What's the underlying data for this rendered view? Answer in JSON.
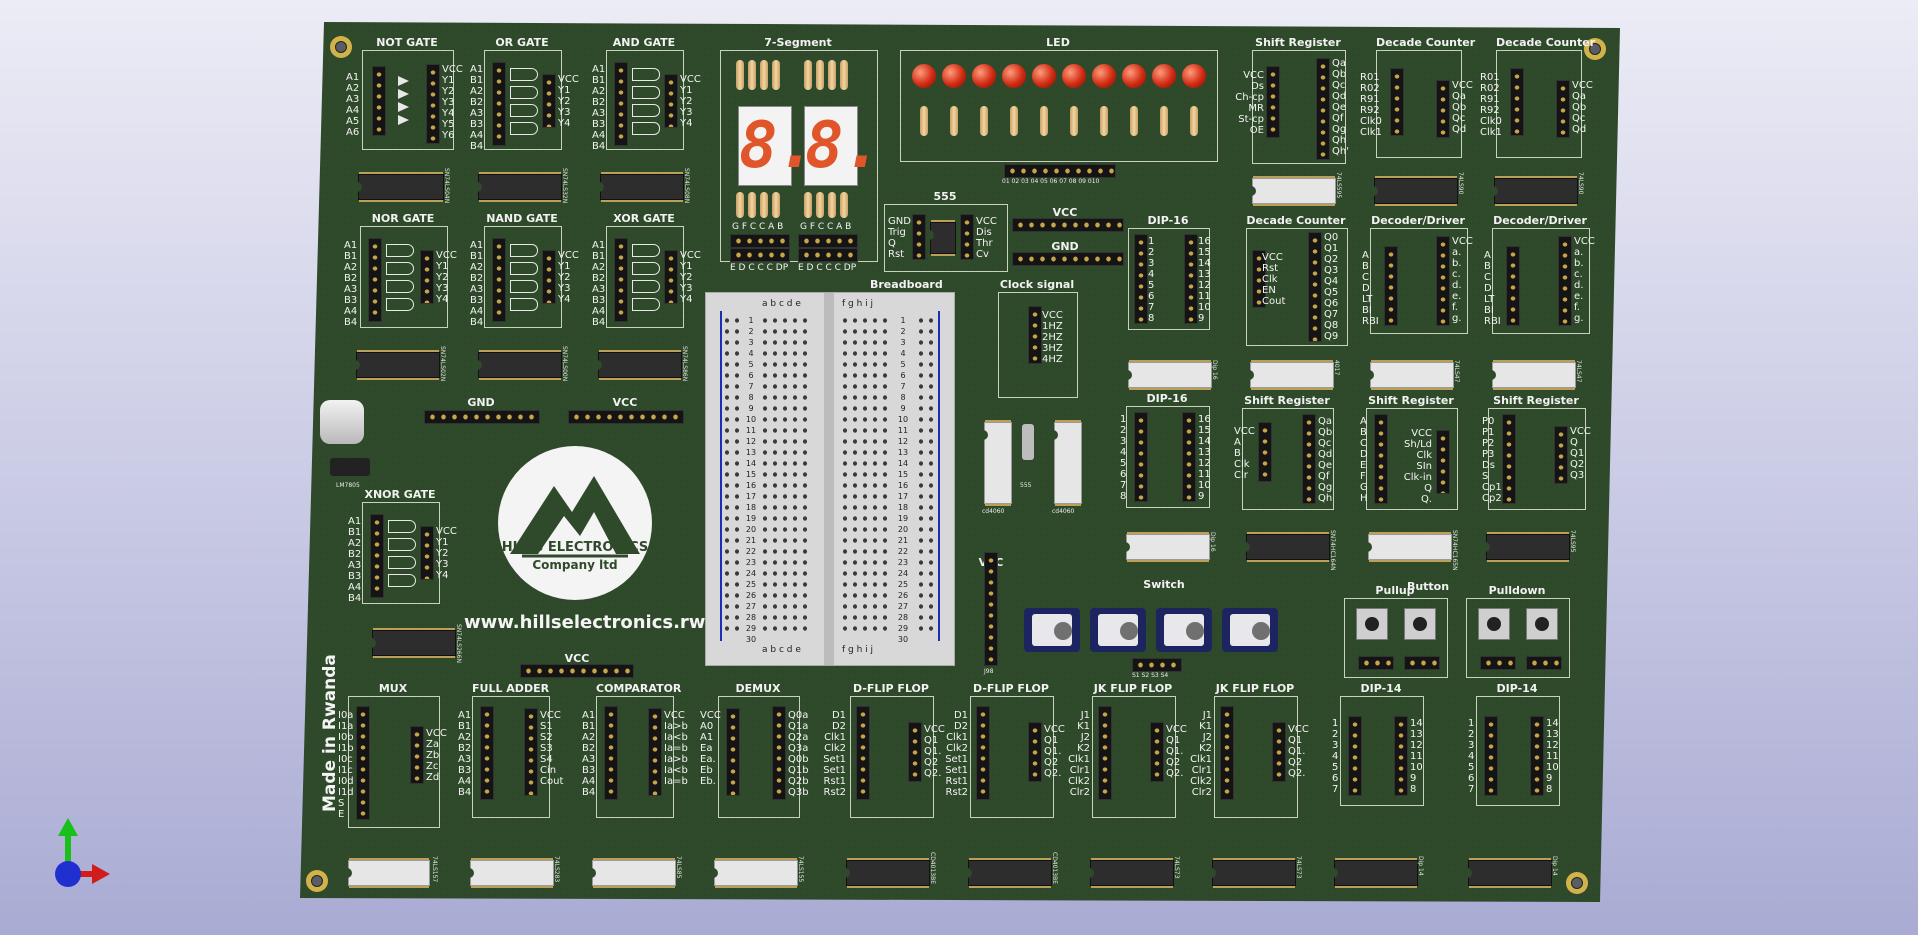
{
  "board": {
    "website": "www.hillselectronics.rw",
    "made_in": "Made in Rwanda",
    "logo_line1": "HILLS ELECTRONICS",
    "logo_line2": "Company ltd",
    "regulator": "LM7805"
  },
  "colors": {
    "pcb": "#2f4a2a",
    "silk": "#f2f2f2",
    "led": "#d12a12",
    "rail_pos": "#c62020",
    "rail_neg": "#1a2fb8",
    "seg": "#e0562a"
  },
  "modules": {
    "not_gate": {
      "title": "NOT GATE",
      "left": "A1\nA2\nA3\nA4\nA5\nA6",
      "right": "VCC\nY1\nY2\nY3\nY4\nY5\nY6",
      "ic": "SN74LS04N"
    },
    "or_gate": {
      "title": "OR GATE",
      "left": "A1\nB1\nA2\nB2\nA3\nB3\nA4\nB4",
      "right": "VCC\nY1\nY2\nY3\nY4",
      "ic": "SN74LS32N"
    },
    "and_gate": {
      "title": "AND GATE",
      "left": "A1\nB1\nA2\nB2\nA3\nB3\nA4\nB4",
      "right": "VCC\nY1\nY2\nY3\nY4",
      "ic": "SN74LS08N"
    },
    "nor_gate": {
      "title": "NOR GATE",
      "left": "A1\nB1\nA2\nB2\nA3\nB3\nA4\nB4",
      "right": "VCC\nY1\nY2\nY3\nY4",
      "ic": "SN74LS02N"
    },
    "nand_gate": {
      "title": "NAND GATE",
      "left": "A1\nB1\nA2\nB2\nA3\nB3\nA4\nB4",
      "right": "VCC\nY1\nY2\nY3\nY4",
      "ic": "SN74LS00N"
    },
    "xor_gate": {
      "title": "XOR GATE",
      "left": "A1\nB1\nA2\nB2\nA3\nB3\nA4\nB4",
      "right": "VCC\nY1\nY2\nY3\nY4",
      "ic": "SN74LS86N"
    },
    "xnor_gate": {
      "title": "XNOR GATE",
      "left": "A1\nB1\nA2\nB2\nA3\nB3\nA4\nB4",
      "right": "VCC\nY1\nY2\nY3\nY4",
      "ic": "SN74LS266N"
    },
    "seven_segment": {
      "title": "7-Segment",
      "top_pins": "G F C C A B",
      "bottom_pins": "E D C C C DP",
      "digit": "8."
    },
    "led": {
      "title": "LED",
      "pins": "01 02 03 04 05 06 07 08 09 010"
    },
    "timer555": {
      "title": "555",
      "left": "GND\nTrig\nQ\nRst",
      "right": "VCC\nDis\nThr\nCv"
    },
    "vcc_top": {
      "title": "VCC"
    },
    "gnd_top": {
      "title": "GND"
    },
    "gnd_left": {
      "title": "GND"
    },
    "vcc_left": {
      "title": "VCC"
    },
    "vcc_mid": {
      "title": "VCC"
    },
    "vcc_bottom": {
      "title": "VCC"
    },
    "clock": {
      "title": "Clock signal",
      "right": "VCC\n1HZ\n2HZ\n3HZ\n4HZ"
    },
    "breadboard": {
      "title": "Breadboard",
      "cols_left": "a b c d e",
      "cols_right": "f g h i j",
      "rows": "1\n2\n3\n4\n5\n6\n7\n8\n9\n10\n11\n12\n13\n14\n15\n16\n17\n18\n19\n20\n21\n22\n23\n24\n25\n26\n27\n28\n29\n30"
    },
    "dip16_a": {
      "title": "DIP-16",
      "left": "1\n2\n3\n4\n5\n6\n7\n8",
      "right": "16\n15\n14\n13\n12\n11\n10\n9",
      "ic": "Dip 16"
    },
    "dip16_b": {
      "title": "DIP-16",
      "left": "1\n2\n3\n4\n5\n6\n7\n8",
      "right": "16\n15\n14\n13\n12\n11\n10\n9",
      "ic": "Dip 16"
    },
    "shift_reg_a": {
      "title": "Shift Register",
      "left": "VCC\nDs\nCh-cp\nMR\nSt-cp\nOE",
      "right": "Qa\nQb\nQc\nQd\nQe\nQf\nQg\nQh\nQh'",
      "ic": "74LS595"
    },
    "decade_a": {
      "title": "Decade Counter",
      "left": "R01\nR02\nR91\nR92\nClk0\nClk1",
      "right": "VCC\nQa\nQb\nQc\nQd",
      "ic": "74LS90"
    },
    "decade_b": {
      "title": "Decade Counter",
      "left": "R01\nR02\nR91\nR92\nClk0\nClk1",
      "right": "VCC\nQa\nQb\nQc\nQd",
      "ic": "74LS90"
    },
    "decade_c": {
      "title": "Decade Counter",
      "left": "VCC\nRst\nClk\nEN\nCout",
      "right": "Q0\nQ1\nQ2\nQ3\nQ4\nQ5\nQ6\nQ7\nQ8\nQ9",
      "ic": "4017"
    },
    "decoder_a": {
      "title": "Decoder/Driver",
      "left": "A\nB\nC\nD\nLT\nBI\nRBI",
      "right": "VCC\na.\nb.\nc.\nd.\ne.\nf.\ng.",
      "ic": "74LS47"
    },
    "decoder_b": {
      "title": "Decoder/Driver",
      "left": "A\nB\nC\nD\nLT\nBI\nRBI",
      "right": "VCC\na.\nb.\nc.\nd.\ne.\nf.\ng.",
      "ic": "74LS47"
    },
    "shift_reg_b": {
      "title": "Shift Register",
      "left": "VCC\nA\nB\nClk\nClr",
      "right": "Qa\nQb\nQc\nQd\nQe\nQf\nQg\nQh",
      "ic": "SN74HC164N"
    },
    "shift_reg_c": {
      "title": "Shift Register",
      "left": "A\nB\nC\nD\nE\nF\nG\nH",
      "right": "VCC\nSh/Ld\nClk\nSIn\nClk-in\nQ\nQ.",
      "ic": "SN74HC165N"
    },
    "shift_reg_d": {
      "title": "Shift Register",
      "left": "P0\nP1\nP2\nP3\nDs\nS\nCp1\nCp2",
      "right": "VCC\nQ\nQ1\nQ2\nQ3",
      "ic": "74LS95"
    },
    "cd4060": {
      "ic1": "cd4060",
      "ic2": "cd4060",
      "mid": "555"
    },
    "switch": {
      "title": "Switch",
      "pins": "S1 S2 S3 S4"
    },
    "button": {
      "title": "Button",
      "pullup": "Pullup",
      "pulldown": "Pulldown"
    },
    "mux": {
      "title": "MUX",
      "left": "I0a\nI1a\nI0b\nI1b\nI0c\nI1c\nI0d\nI1d\nS\nE",
      "right": "VCC\nZa\nZb\nZc\nZd",
      "ic": "74LS157"
    },
    "full_adder": {
      "title": "FULL ADDER",
      "left": "A1\nB1\nA2\nB2\nA3\nB3\nA4\nB4",
      "right": "VCC\nS1\nS2\nS3\nS4\nCin\nCout",
      "ic": "74LS283"
    },
    "comparator": {
      "title": "COMPARATOR",
      "left": "A1\nB1\nA2\nB2\nA3\nB3\nA4\nB4",
      "right": "VCC\nIa>b\nIa<b\nIa=b\nIa>b\nIa<b\nIa=b",
      "ic": "74LS85"
    },
    "demux": {
      "title": "DEMUX",
      "left": "VCC\nA0\nA1\nEa\nEa.\nEb\nEb.",
      "right": "Q0a\nQ1a\nQ2a\nQ3a\nQ0b\nQ1b\nQ2b\nQ3b",
      "ic": "74LS155"
    },
    "dff_a": {
      "title": "D-FLIP FLOP",
      "left": "D1\nD2\nClk1\nClk2\nSet1\nSet1\nRst1\nRst2",
      "right": "VCC\nQ1\nQ1.\nQ2\nQ2.",
      "ic": "CD4013BE"
    },
    "dff_b": {
      "title": "D-FLIP FLOP",
      "left": "D1\nD2\nClk1\nClk2\nSet1\nSet1\nRst1\nRst2",
      "right": "VCC\nQ1\nQ1.\nQ2\nQ2.",
      "ic": "CD4013BE"
    },
    "jk_a": {
      "title": "JK FLIP FLOP",
      "left": "J1\nK1\nJ2\nK2\nClk1\nClr1\nClk2\nClr2",
      "right": "VCC\nQ1\nQ1.\nQ2\nQ2.",
      "ic": "74LS73"
    },
    "jk_b": {
      "title": "JK FLIP FLOP",
      "left": "J1\nK1\nJ2\nK2\nClk1\nClr1\nClk2\nClr2",
      "right": "VCC\nQ1\nQ1.\nQ2\nQ2.",
      "ic": "74LS73"
    },
    "dip14_a": {
      "title": "DIP-14",
      "left": "1\n2\n3\n4\n5\n6\n7",
      "right": "14\n13\n12\n11\n10\n9\n8",
      "ic": "Dip 14"
    },
    "dip14_b": {
      "title": "DIP-14",
      "left": "1\n2\n3\n4\n5\n6\n7",
      "right": "14\n13\n12\n11\n10\n9\n8",
      "ic": "Dip 14"
    },
    "j98": {
      "label": "J98"
    }
  }
}
